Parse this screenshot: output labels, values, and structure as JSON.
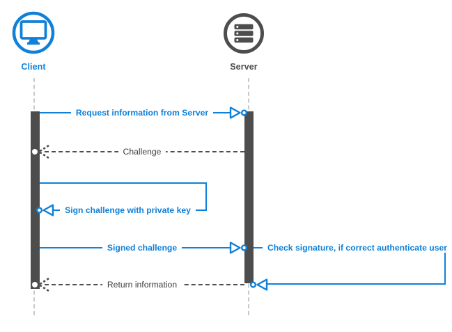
{
  "diagram": {
    "type": "sequence",
    "actors": [
      {
        "label": "Client",
        "icon": "monitor-icon",
        "color": "#1080d8"
      },
      {
        "label": "Server",
        "icon": "server-stack-icon",
        "color": "#4d4d4d"
      }
    ],
    "messages": [
      {
        "label": "Request information from Server",
        "from": "Client",
        "to": "Server",
        "line_style": "solid",
        "color": "#1080d8",
        "self_message": false
      },
      {
        "label": "Challenge",
        "from": "Server",
        "to": "Client",
        "line_style": "dashed",
        "color": "#4d4d4d",
        "self_message": false
      },
      {
        "label": "Sign challenge with private key",
        "from": "Client",
        "to": "Client",
        "line_style": "solid",
        "color": "#1080d8",
        "self_message": true
      },
      {
        "label": "Signed challenge",
        "from": "Client",
        "to": "Server",
        "line_style": "solid",
        "color": "#1080d8",
        "self_message": false
      },
      {
        "label": "Check signature, if correct authenticate user",
        "from": "Server",
        "to": "Server",
        "line_style": "solid",
        "color": "#1080d8",
        "self_message": true
      },
      {
        "label": "Return information",
        "from": "Server",
        "to": "Client",
        "line_style": "dashed",
        "color": "#4d4d4d",
        "self_message": false
      }
    ],
    "colors": {
      "accent_blue": "#1080d8",
      "dark_gray": "#4d4d4d",
      "label_gray": "#3d3d3d",
      "lifeline_gray": "#c9c9c9",
      "background": "#ffffff"
    }
  }
}
